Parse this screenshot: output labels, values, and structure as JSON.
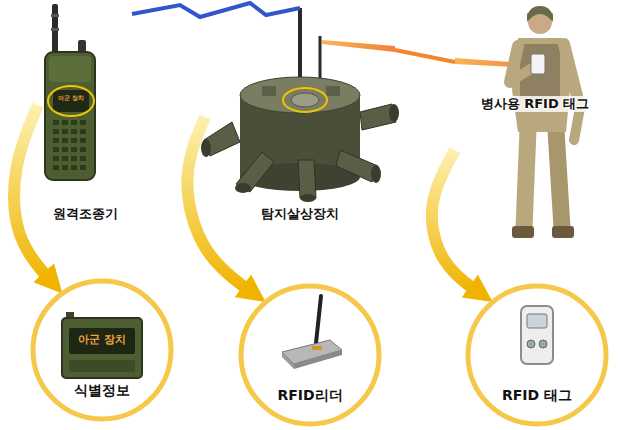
{
  "diagram": {
    "nodes": [
      {
        "text": [
          "원격조종기"
        ]
      },
      {
        "text": [
          "탐지살상장치"
        ]
      },
      {
        "text": [
          "병사용 RFID 태그"
        ]
      },
      {
        "text": [
          "식별정보"
        ]
      },
      {
        "text": [
          "RFID리더"
        ]
      },
      {
        "text": [
          "RFID 태그"
        ]
      }
    ],
    "edges": [
      {
        "from": 0,
        "to": 3,
        "arrow": "to"
      },
      {
        "from": 1,
        "to": 4,
        "arrow": "to"
      },
      {
        "from": 2,
        "to": 5,
        "arrow": "to"
      },
      {
        "from": 0,
        "to": 1,
        "arrow": "none"
      },
      {
        "from": 1,
        "to": 2,
        "arrow": "none"
      }
    ],
    "labels": [
      "아군 장치",
      "아군 장치"
    ]
  }
}
